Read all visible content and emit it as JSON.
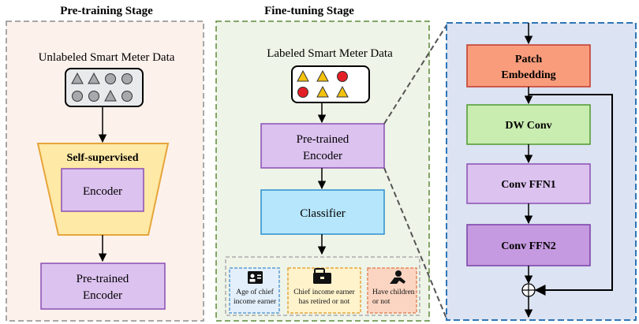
{
  "pretraining": {
    "title": "Pre-training  Stage",
    "data_label": "Unlabeled Smart Meter Data",
    "ssl_label": "Self-supervised",
    "encoder_label": "Encoder",
    "pretrained_line1": "Pre-trained",
    "pretrained_line2": "Encoder"
  },
  "finetuning": {
    "title": "Fine-tuning  Stage",
    "data_label": "Labeled Smart Meter Data",
    "encoder_line1": "Pre-trained",
    "encoder_line2": "Encoder",
    "classifier_label": "Classifier",
    "tasks": [
      {
        "line1": "Age of chief",
        "line2": "income earner",
        "icon": "id-card-icon"
      },
      {
        "line1": "Chief income earner",
        "line2": "has retired or not",
        "icon": "briefcase-icon"
      },
      {
        "line1": "Have children",
        "line2": "or not",
        "icon": "baby-icon"
      }
    ]
  },
  "encoder_detail": {
    "patch_line1": "Patch",
    "patch_line2": "Embedding",
    "dwconv": "DW Conv",
    "ffn1": "Conv FFN1",
    "ffn2": "Conv FFN2"
  },
  "colors": {
    "pretrain_bg": "#fdf1ec",
    "finetune_bg": "#eef4e7",
    "detail_bg": "#dce3f2",
    "purple": "#dcc2ef",
    "purple_dark": "#c69ae0",
    "ssl_yellow": "#ffe9a6",
    "classifier": "#b6e6fb",
    "patch": "#f89c7c",
    "dwconv": "#c9ecb0",
    "icon_yellow": "#f4c20d",
    "icon_red": "#e41e26",
    "icon_grey": "#a7a9ac"
  }
}
